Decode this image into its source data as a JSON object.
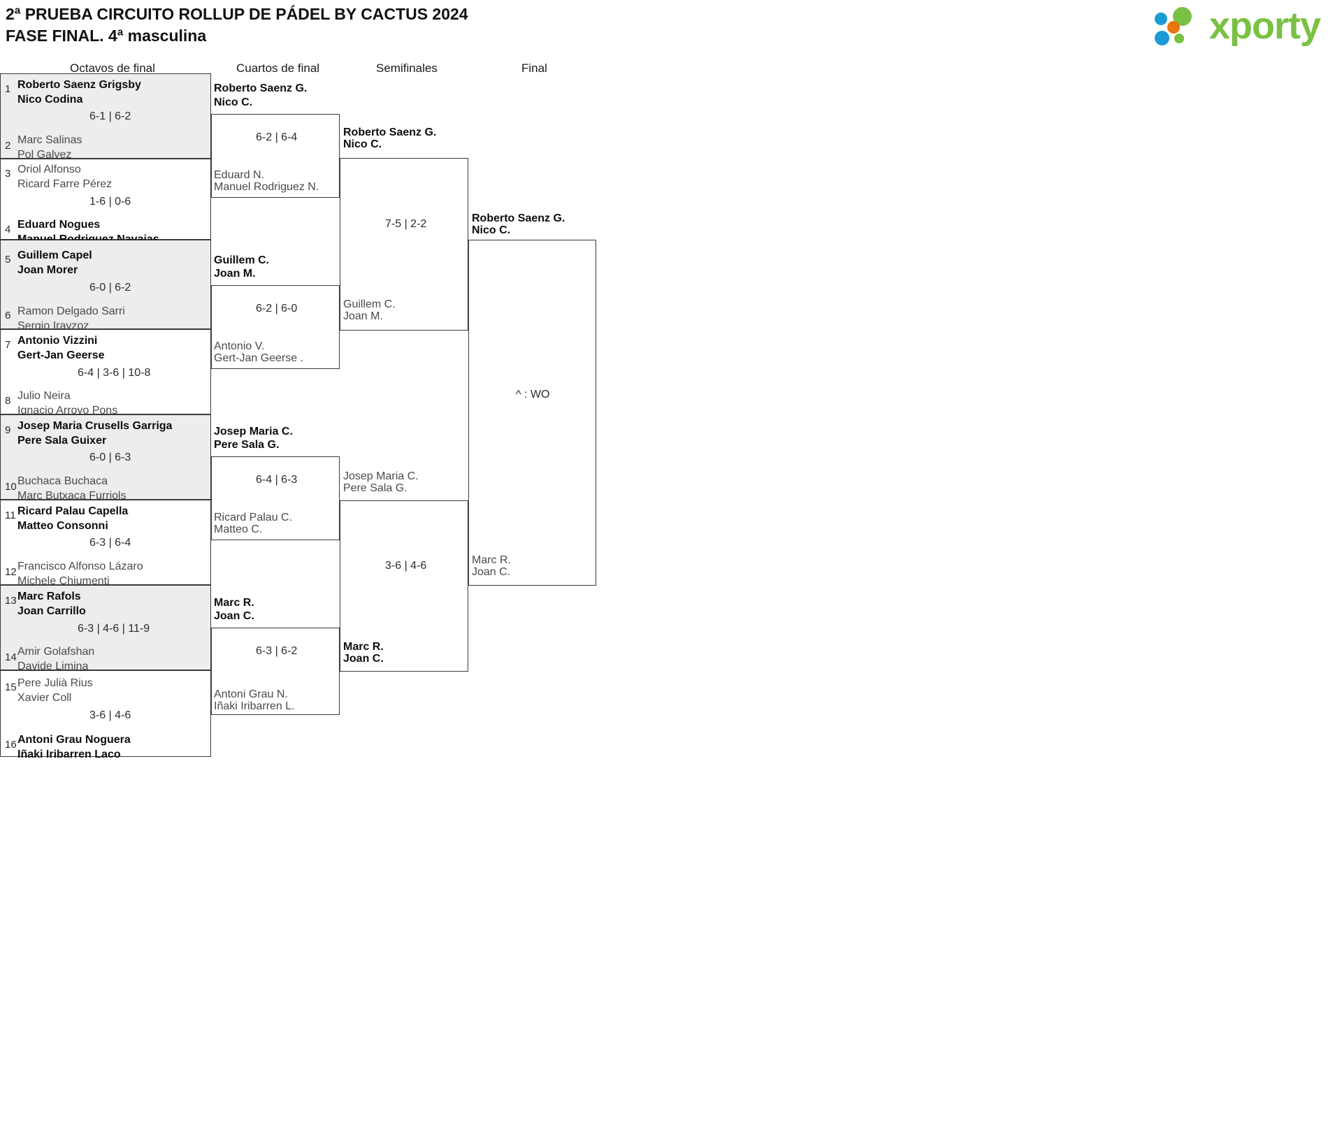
{
  "header": {
    "title_line1": "2ª PRUEBA CIRCUITO ROLLUP DE PÁDEL BY CACTUS 2024",
    "title_line2": "FASE FINAL. 4ª masculina",
    "logo_text": "xporty",
    "logo_colors": {
      "blue": "#1C9AD6",
      "orange": "#E8760C",
      "green": "#7AC143"
    }
  },
  "rounds": [
    {
      "label": "Octavos de final"
    },
    {
      "label": "Cuartos de final"
    },
    {
      "label": "Semifinales"
    },
    {
      "label": "Final"
    }
  ],
  "round16": [
    {
      "shaded": true,
      "seed_top": "1",
      "seed_bottom": "2",
      "top": {
        "p1": "Roberto Saenz Grigsby",
        "p2": "Nico Codina",
        "winner": true
      },
      "bottom": {
        "p1": "Marc Salinas",
        "p2": "Pol Galvez",
        "winner": false
      },
      "score": "6-1 | 6-2"
    },
    {
      "shaded": false,
      "seed_top": "3",
      "seed_bottom": "4",
      "top": {
        "p1": "Oriol Alfonso",
        "p2": "Ricard Farre Pérez",
        "winner": false
      },
      "bottom": {
        "p1": "Eduard Nogues",
        "p2": "Manuel Rodriguez Navajas",
        "winner": true
      },
      "score": "1-6 | 0-6"
    },
    {
      "shaded": true,
      "seed_top": "5",
      "seed_bottom": "6",
      "top": {
        "p1": "Guillem Capel",
        "p2": "Joan Morer",
        "winner": true
      },
      "bottom": {
        "p1": "Ramon Delgado Sarri",
        "p2": "Sergio Irayzoz",
        "winner": false
      },
      "score": "6-0 | 6-2"
    },
    {
      "shaded": false,
      "seed_top": "7",
      "seed_bottom": "8",
      "top": {
        "p1": "Antonio Vizzini",
        "p2": "Gert-Jan Geerse",
        "winner": true
      },
      "bottom": {
        "p1": "Julio Neira",
        "p2": "Ignacio Arroyo Pons",
        "winner": false
      },
      "score": "6-4 | 3-6 | 10-8"
    },
    {
      "shaded": true,
      "seed_top": "9",
      "seed_bottom": "10",
      "top": {
        "p1": "Josep Maria Crusells Garriga",
        "p2": "Pere Sala Guixer",
        "winner": true
      },
      "bottom": {
        "p1": "Buchaca Buchaca",
        "p2": "Marc Butxaca Furriols",
        "winner": false
      },
      "score": "6-0 | 6-3"
    },
    {
      "shaded": false,
      "seed_top": "11",
      "seed_bottom": "12",
      "top": {
        "p1": "Ricard Palau Capella",
        "p2": "Matteo Consonni",
        "winner": true
      },
      "bottom": {
        "p1": "Francisco Alfonso Lázaro",
        "p2": "Michele Chiumenti",
        "winner": false
      },
      "score": "6-3 | 6-4"
    },
    {
      "shaded": true,
      "seed_top": "13",
      "seed_bottom": "14",
      "top": {
        "p1": "Marc Rafols",
        "p2": "Joan Carrillo",
        "winner": true
      },
      "bottom": {
        "p1": "Amir Golafshan",
        "p2": "Davide Limina",
        "winner": false
      },
      "score": "6-3 | 4-6 | 11-9"
    },
    {
      "shaded": false,
      "seed_top": "15",
      "seed_bottom": "16",
      "top": {
        "p1": "Pere Julià Rius",
        "p2": "Xavier Coll",
        "winner": false
      },
      "bottom": {
        "p1": "Antoni Grau Noguera",
        "p2": "Iñaki Iribarren Laco",
        "winner": true
      },
      "score": "3-6 | 4-6"
    }
  ],
  "quarters": [
    {
      "top": {
        "p1": "Roberto Saenz G.",
        "p2": "Nico C.",
        "winner": true
      },
      "bottom": {
        "p1": "Eduard N.",
        "p2": "Manuel Rodriguez N.",
        "winner": false
      },
      "score": "6-2 | 6-4"
    },
    {
      "top": {
        "p1": "Guillem C.",
        "p2": "Joan M.",
        "winner": true
      },
      "bottom": {
        "p1": "Antonio V.",
        "p2": "Gert-Jan Geerse .",
        "winner": false
      },
      "score": "6-2 | 6-0"
    },
    {
      "top": {
        "p1": "Josep Maria C.",
        "p2": "Pere Sala G.",
        "winner": true
      },
      "bottom": {
        "p1": "Ricard Palau C.",
        "p2": "Matteo C.",
        "winner": false
      },
      "score": "6-4 | 6-3"
    },
    {
      "top": {
        "p1": "Marc R.",
        "p2": "Joan C.",
        "winner": true
      },
      "bottom": {
        "p1": "Antoni Grau N.",
        "p2": "Iñaki Iribarren L.",
        "winner": false
      },
      "score": "6-3 | 6-2"
    }
  ],
  "semifinals": [
    {
      "top": {
        "p1": "Roberto Saenz G.",
        "p2": "Nico C.",
        "winner": true
      },
      "bottom": {
        "p1": "Guillem C.",
        "p2": "Joan M.",
        "winner": false
      },
      "score": "7-5 | 2-2"
    },
    {
      "top": {
        "p1": "Josep Maria C.",
        "p2": "Pere Sala G.",
        "winner": false
      },
      "bottom": {
        "p1": "Marc R.",
        "p2": "Joan C.",
        "winner": true
      },
      "score": "3-6 | 4-6"
    }
  ],
  "final": {
    "top": {
      "p1": "Roberto Saenz G.",
      "p2": "Nico C.",
      "winner": true
    },
    "bottom": {
      "p1": "Marc R.",
      "p2": "Joan C.",
      "winner": false
    },
    "score": "^ : WO"
  }
}
